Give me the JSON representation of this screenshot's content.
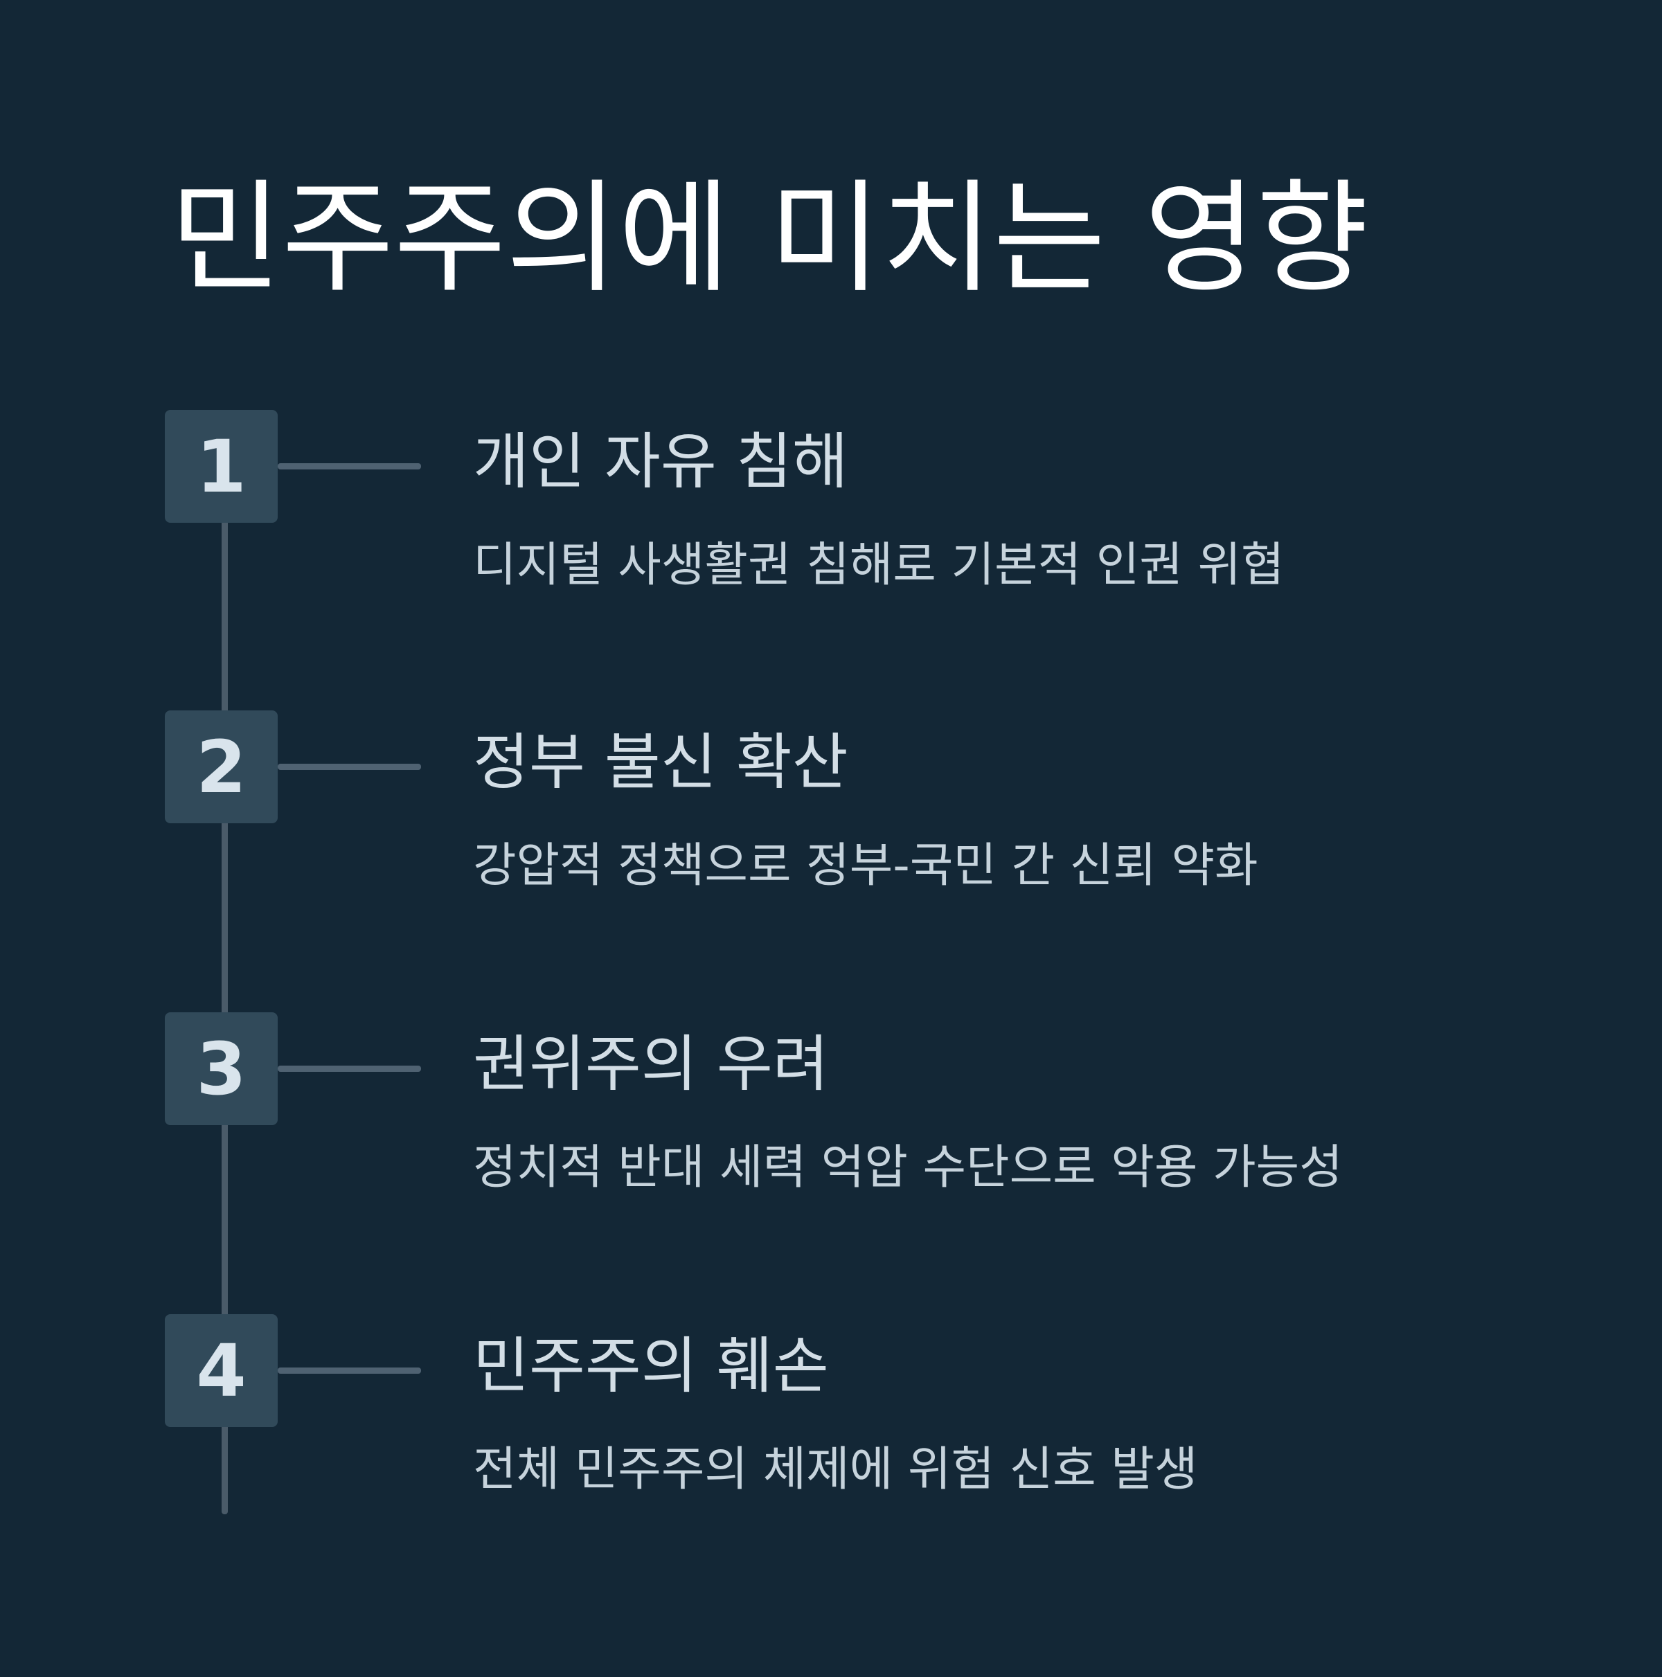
{
  "title": "민주주의에 미치는 영향",
  "steps": [
    {
      "number": "1",
      "title": "개인 자유 침해",
      "description": "디지털 사생활권 침해로 기본적 인권 위협"
    },
    {
      "number": "2",
      "title": "정부 불신 확산",
      "description": "강압적 정책으로 정부-국민 간 신뢰 약화"
    },
    {
      "number": "3",
      "title": "권위주의 우려",
      "description": "정치적 반대 세력 억압 수단으로 악용 가능성"
    },
    {
      "number": "4",
      "title": "민주주의 훼손",
      "description": "전체 민주주의 체제에 위험 신호 발생"
    }
  ],
  "colors": {
    "background": "#132736",
    "number_box": "#314a5a",
    "line": "#4a5b69",
    "title": "#ffffff",
    "text": "#d3dee6"
  }
}
